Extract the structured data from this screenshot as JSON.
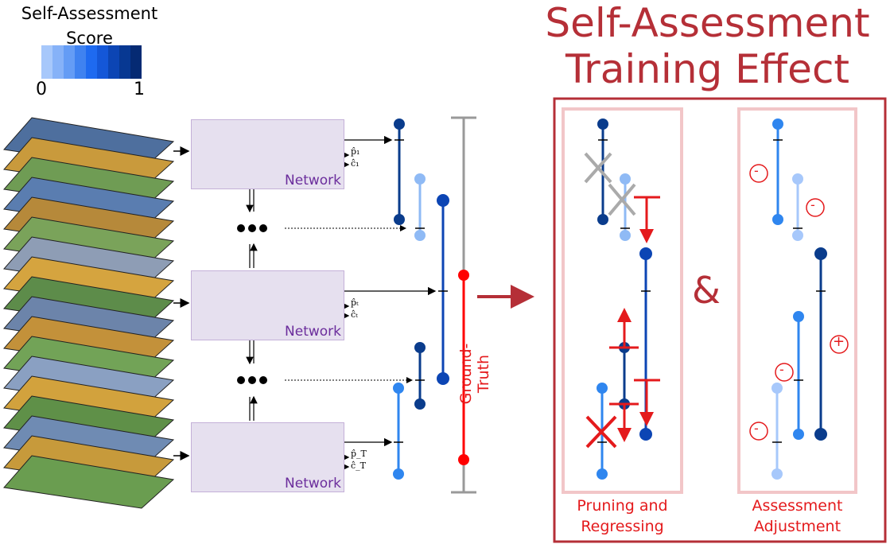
{
  "legend": {
    "title": "Self-Assessment Score",
    "min_label": "0",
    "max_label": "1",
    "colors": [
      "#a7c8fb",
      "#86b2f8",
      "#649cf5",
      "#3f82f0",
      "#1e6af0",
      "#1457d8",
      "#0c45b4",
      "#073892",
      "#052a73"
    ]
  },
  "title": "Self-Assessment Training Effect",
  "network": {
    "label": "Network",
    "outputs": [
      {
        "p": "p̂₁",
        "c": "ĉ₁"
      },
      {
        "p": "p̂ₜ",
        "c": "ĉₜ"
      },
      {
        "p": "p̂_T",
        "c": "ĉ_T"
      }
    ]
  },
  "ground_truth_label": "Ground-Truth",
  "ampersand": "&",
  "panels": {
    "pruning": "Pruning and Regressing",
    "adjustment": "Assessment Adjustment"
  },
  "signs": {
    "minus": "-",
    "plus": "+"
  },
  "colors": {
    "accent": "#b52f37",
    "red": "#e41a1c",
    "dark_blue": "#0a3c8c",
    "mid_blue": "#1f6fe0",
    "light_blue": "#8fbaf5",
    "network_fill": "#e6e0ef",
    "network_text": "#6b2d9c"
  }
}
